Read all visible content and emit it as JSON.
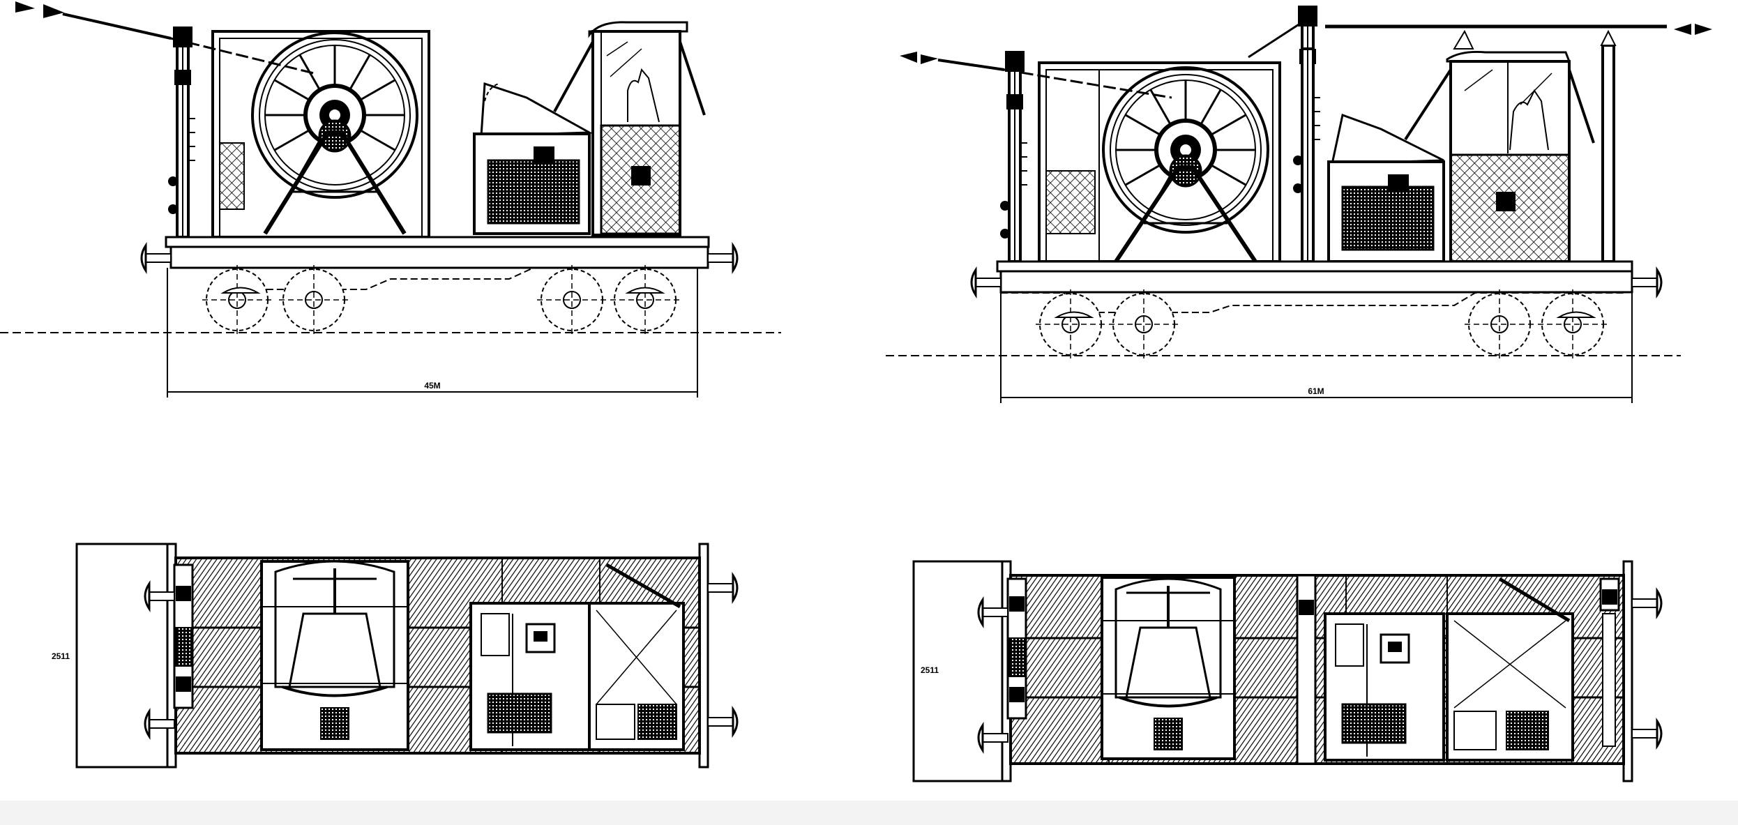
{
  "drawing": {
    "views": [
      {
        "name": "left-side-elevation",
        "dimension_label": "45M"
      },
      {
        "name": "right-side-elevation",
        "dimension_label": "61M"
      },
      {
        "name": "left-plan-view",
        "width_label": "2511"
      },
      {
        "name": "right-plan-view",
        "width_label": "2511"
      }
    ]
  },
  "colors": {
    "line": "#000000",
    "background": "#ffffff",
    "hatch": "#000000",
    "footer_band": "#f3f3f3"
  }
}
